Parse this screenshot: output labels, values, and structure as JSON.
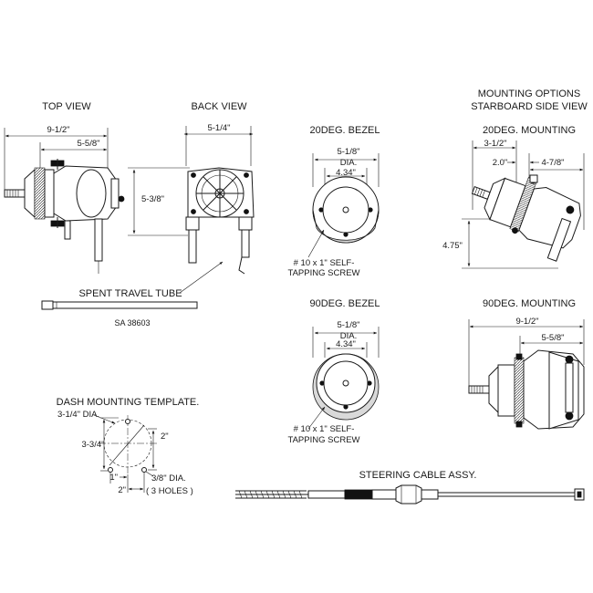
{
  "titles": {
    "top_view": "TOP VIEW",
    "back_view": "BACK VIEW",
    "mounting_options": "MOUNTING OPTIONS",
    "starboard_side_view": "STARBOARD SIDE VIEW",
    "bezel_20": "20DEG. BEZEL",
    "mounting_20": "20DEG. MOUNTING",
    "bezel_90": "90DEG. BEZEL",
    "mounting_90": "90DEG. MOUNTING",
    "dash_template": "DASH MOUNTING TEMPLATE.",
    "steering_cable": "STEERING CABLE ASSY."
  },
  "top_view": {
    "dim_overall": "9-1/2\"",
    "dim_body": "5-5/8\""
  },
  "back_view": {
    "dim_width": "5-1/4\"",
    "dim_height": "5-3/8\""
  },
  "spent_tube": {
    "label": "SPENT TRAVEL TUBE",
    "part_no": "SA 38603"
  },
  "bezel_20": {
    "dim_outer": "5-1/8\"",
    "dim_outer_suffix": "DIA.",
    "dim_inner": "4.34\"",
    "screw_line1": "# 10 x 1\" SELF-",
    "screw_line2": "TAPPING SCREW"
  },
  "bezel_90": {
    "dim_outer": "5-1/8\"",
    "dim_outer_suffix": "DIA.",
    "dim_inner": "4.34\"",
    "screw_line1": "# 10 x 1\" SELF-",
    "screw_line2": "TAPPING SCREW"
  },
  "mounting_20": {
    "dim_a": "3-1/2\"",
    "dim_b": "2.0\"",
    "dim_c": "4-7/8\"",
    "dim_d": "4.75\""
  },
  "mounting_90": {
    "dim_overall": "9-1/2\"",
    "dim_body": "5-5/8\""
  },
  "dash_template": {
    "dim_dia": "3-1/4\" DIA.",
    "dim_height": "3-3/4\"",
    "dim_2_vert": "2\"",
    "dim_1": "1\"",
    "dim_2_horiz": "2\"",
    "hole_line1": "3/8\" DIA.",
    "hole_line2": "( 3 HOLES )"
  }
}
